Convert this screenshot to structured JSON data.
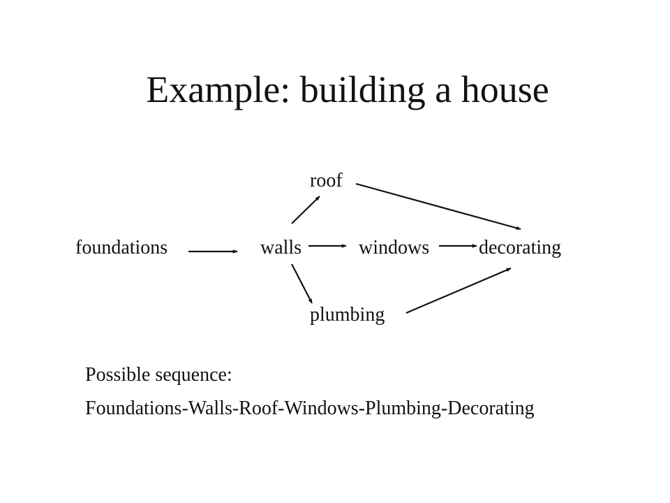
{
  "title": "Example: building a house",
  "diagram": {
    "nodes": [
      {
        "id": "foundations",
        "label": "foundations"
      },
      {
        "id": "walls",
        "label": "walls"
      },
      {
        "id": "roof",
        "label": "roof"
      },
      {
        "id": "windows",
        "label": "windows"
      },
      {
        "id": "plumbing",
        "label": "plumbing"
      },
      {
        "id": "decorating",
        "label": "decorating"
      }
    ],
    "edges": [
      {
        "from": "foundations",
        "to": "walls"
      },
      {
        "from": "walls",
        "to": "roof"
      },
      {
        "from": "walls",
        "to": "windows"
      },
      {
        "from": "walls",
        "to": "plumbing"
      },
      {
        "from": "roof",
        "to": "decorating"
      },
      {
        "from": "windows",
        "to": "decorating"
      },
      {
        "from": "plumbing",
        "to": "decorating"
      }
    ]
  },
  "sequence": {
    "heading": "Possible sequence:",
    "text": "Foundations-Walls-Roof-Windows-Plumbing-Decorating"
  }
}
